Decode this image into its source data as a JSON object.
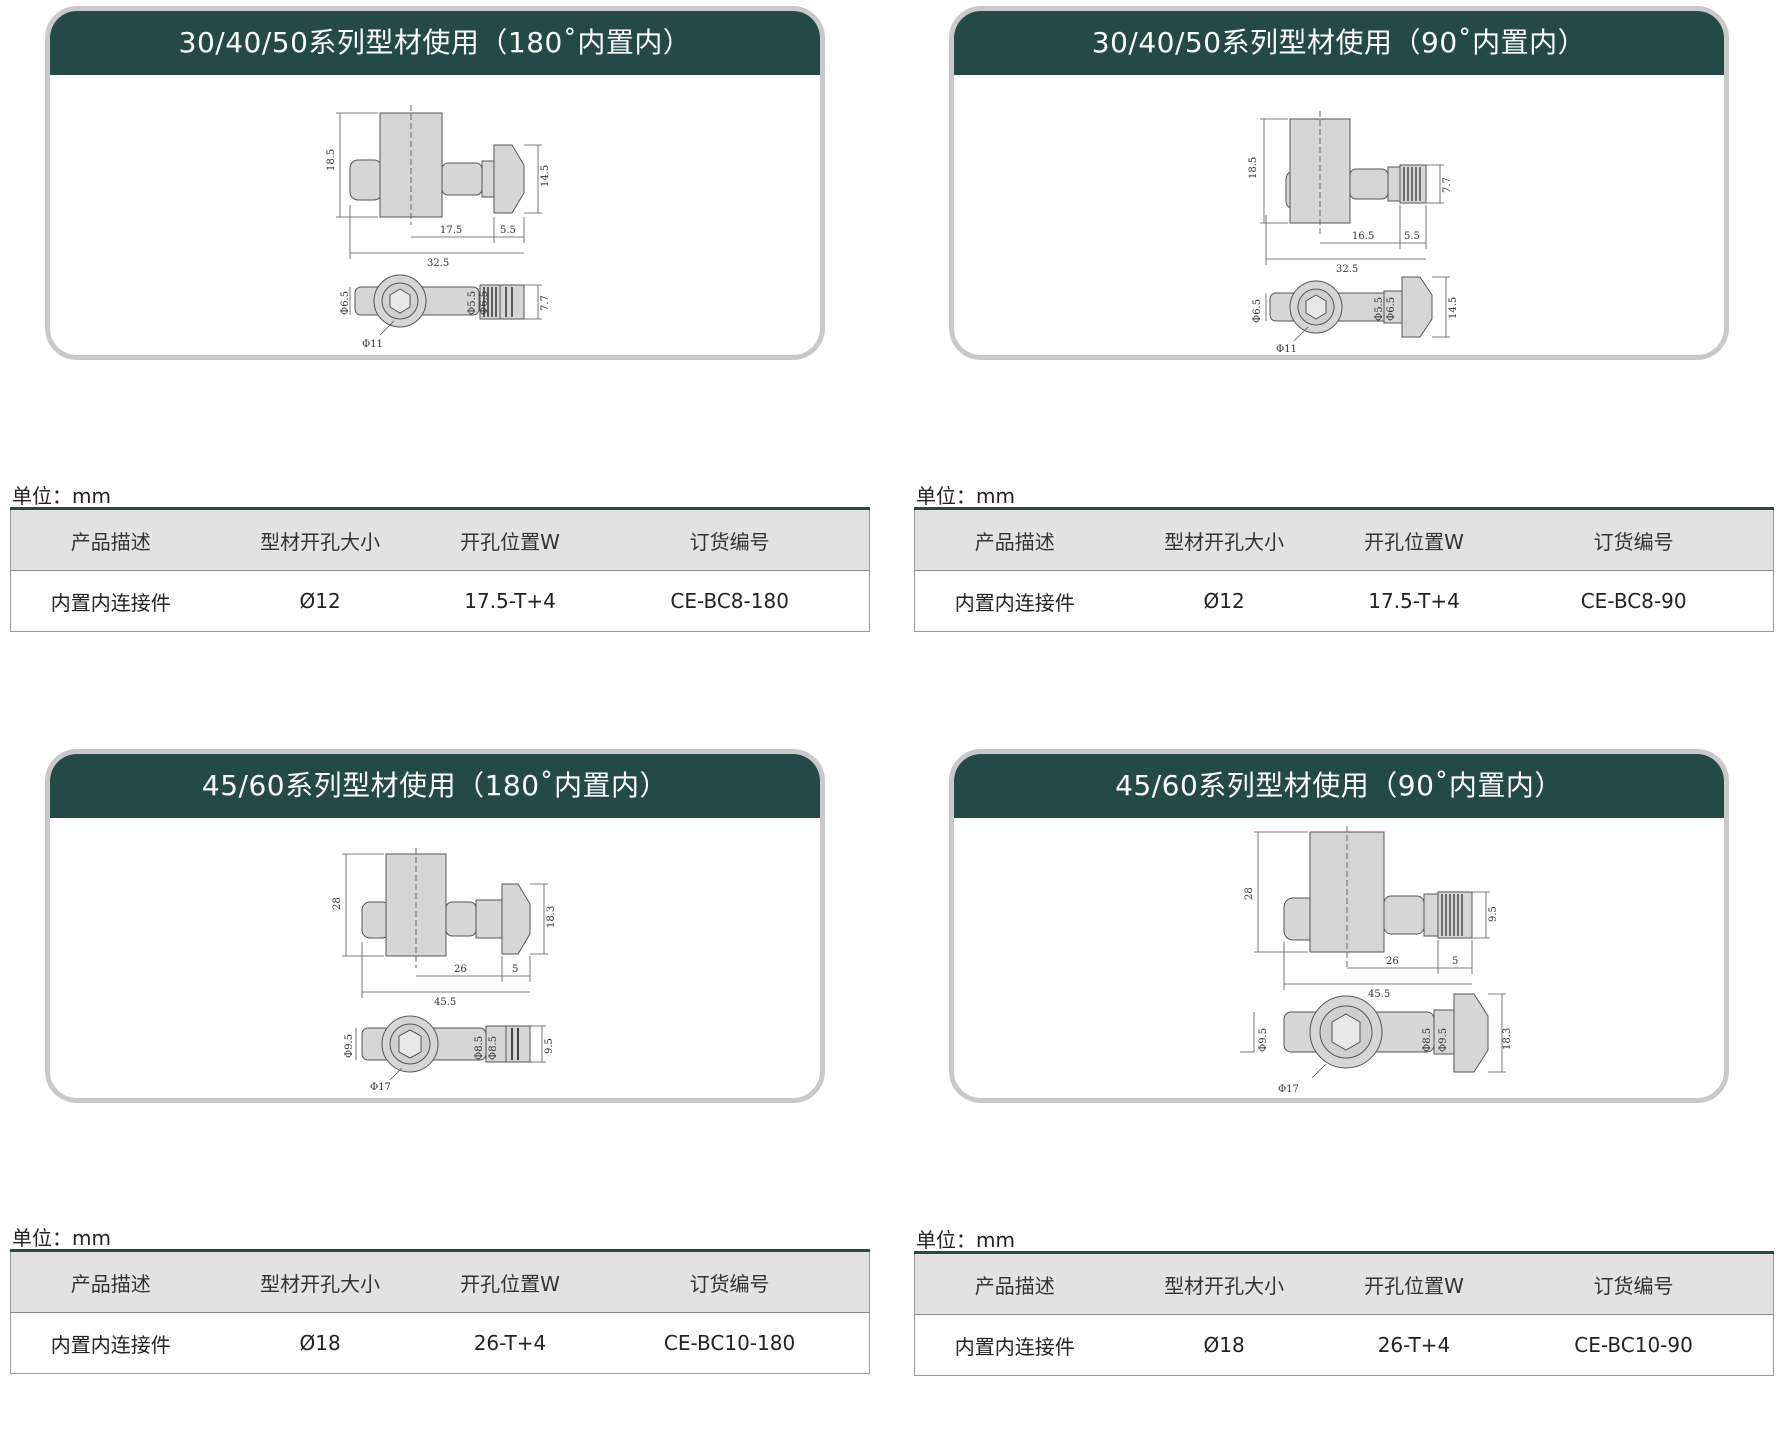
{
  "panels": [
    {
      "title": "30/40/50系列型材使用（180˚内置内）",
      "unit": "单位：mm",
      "dims": {
        "d1": "18.5",
        "d2": "14.5",
        "d3": "17.5",
        "d4": "5.5",
        "d5": "32.5",
        "d6": "Φ6.5",
        "d7": "Φ11",
        "d8": "Φ5.5",
        "d9": "Φ6.5",
        "d10": "7.7"
      },
      "table": {
        "headers": [
          "产品描述",
          "型材开孔大小",
          "开孔位置W",
          "订货编号"
        ],
        "row": [
          "内置内连接件",
          "Ø12",
          "17.5-T+4",
          "CE-BC8-180"
        ]
      }
    },
    {
      "title": "30/40/50系列型材使用（90˚内置内）",
      "unit": "单位：mm",
      "dims": {
        "d1": "18.5",
        "d2": "7.7",
        "d3": "16.5",
        "d4": "5.5",
        "d5": "32.5",
        "d6": "Φ6.5",
        "d7": "Φ11",
        "d8": "Φ5.5",
        "d9": "Φ6.5",
        "d10": "14.5"
      },
      "table": {
        "headers": [
          "产品描述",
          "型材开孔大小",
          "开孔位置W",
          "订货编号"
        ],
        "row": [
          "内置内连接件",
          "Ø12",
          "17.5-T+4",
          "CE-BC8-90"
        ]
      }
    },
    {
      "title": "45/60系列型材使用（180˚内置内）",
      "unit": "单位：mm",
      "dims": {
        "d1": "28",
        "d2": "18.3",
        "d3": "26",
        "d4": "5",
        "d5": "45.5",
        "d6": "Φ9.5",
        "d7": "Φ17",
        "d8": "Φ8.5",
        "d9": "Φ8.5",
        "d10": "9.5"
      },
      "table": {
        "headers": [
          "产品描述",
          "型材开孔大小",
          "开孔位置W",
          "订货编号"
        ],
        "row": [
          "内置内连接件",
          "Ø18",
          "26-T+4",
          "CE-BC10-180"
        ]
      }
    },
    {
      "title": "45/60系列型材使用（90˚内置内）",
      "unit": "单位：mm",
      "dims": {
        "d1": "28",
        "d2": "9.5",
        "d3": "26",
        "d4": "5",
        "d5": "45.5",
        "d6": "Φ9.5",
        "d7": "Φ17",
        "d8": "Φ8.5",
        "d9": "Φ9.5",
        "d10": "18.3"
      },
      "table": {
        "headers": [
          "产品描述",
          "型材开孔大小",
          "开孔位置W",
          "订货编号"
        ],
        "row": [
          "内置内连接件",
          "Ø18",
          "26-T+4",
          "CE-BC10-90"
        ]
      }
    }
  ]
}
